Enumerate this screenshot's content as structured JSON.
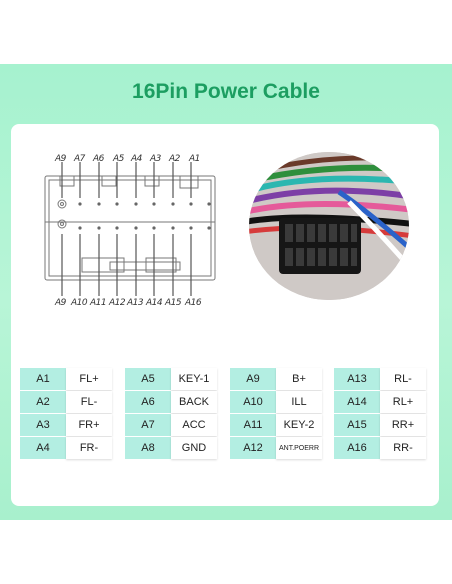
{
  "title": "16Pin Power Cable",
  "top_labels": [
    "A9",
    "A7",
    "A6",
    "A5",
    "A4",
    "A3",
    "A2",
    "A1"
  ],
  "bottom_labels": [
    "A9",
    "A10",
    "A11",
    "A12",
    "A13",
    "A14",
    "A15",
    "A16"
  ],
  "columns": [
    [
      {
        "pin": "A1",
        "fn": "FL+"
      },
      {
        "pin": "A2",
        "fn": "FL-"
      },
      {
        "pin": "A3",
        "fn": "FR+"
      },
      {
        "pin": "A4",
        "fn": "FR-"
      }
    ],
    [
      {
        "pin": "A5",
        "fn": "KEY-1"
      },
      {
        "pin": "A6",
        "fn": "BACK"
      },
      {
        "pin": "A7",
        "fn": "ACC"
      },
      {
        "pin": "A8",
        "fn": "GND"
      }
    ],
    [
      {
        "pin": "A9",
        "fn": "B+"
      },
      {
        "pin": "A10",
        "fn": "ILL"
      },
      {
        "pin": "A11",
        "fn": "KEY-2"
      },
      {
        "pin": "A12",
        "fn": "ANT.POERR"
      }
    ],
    [
      {
        "pin": "A13",
        "fn": "RL-"
      },
      {
        "pin": "A14",
        "fn": "RL+"
      },
      {
        "pin": "A15",
        "fn": "RR+"
      },
      {
        "pin": "A16",
        "fn": "RR-"
      }
    ]
  ],
  "colors": {
    "title": "#1c9e61",
    "band": "#a6f2cf",
    "pin_cell": "#b3eee2"
  }
}
